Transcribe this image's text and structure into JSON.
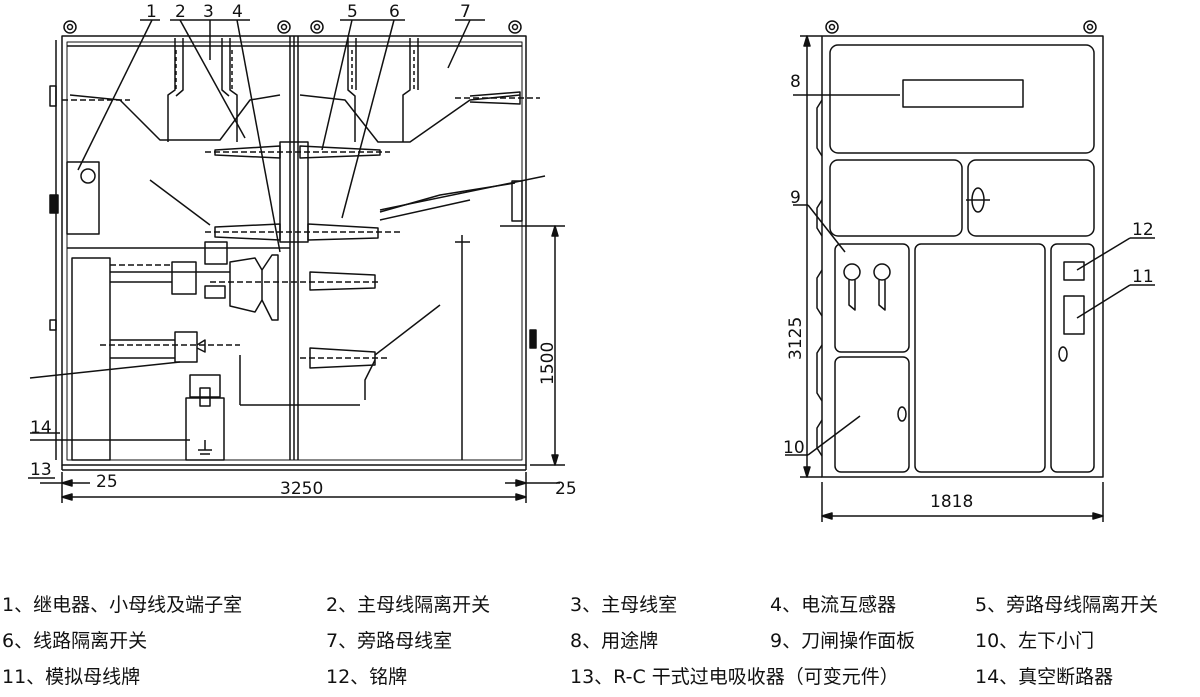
{
  "front_view": {
    "callouts": [
      "1",
      "2",
      "3",
      "4",
      "5",
      "6",
      "7",
      "13",
      "14"
    ],
    "dimensions": {
      "overall_width": "3250",
      "margin_left": "25",
      "margin_right": "25",
      "height": "1500"
    }
  },
  "side_view": {
    "callouts": [
      "8",
      "9",
      "10",
      "11",
      "12"
    ],
    "dimensions": {
      "width": "1818",
      "height": "3125"
    }
  },
  "legend": [
    "1、继电器、小母线及端子室",
    "2、主母线隔离开关",
    "3、主母线室",
    "4、电流互感器",
    "5、旁路母线隔离开关",
    "6、线路隔离开关",
    "7、旁路母线室",
    "8、用途牌",
    "9、刀闸操作面板",
    "10、左下小门",
    "11、模拟母线牌",
    "12、铭牌",
    "13、R-C 干式过电吸收器（可变元件）",
    "14、真空断路器"
  ]
}
